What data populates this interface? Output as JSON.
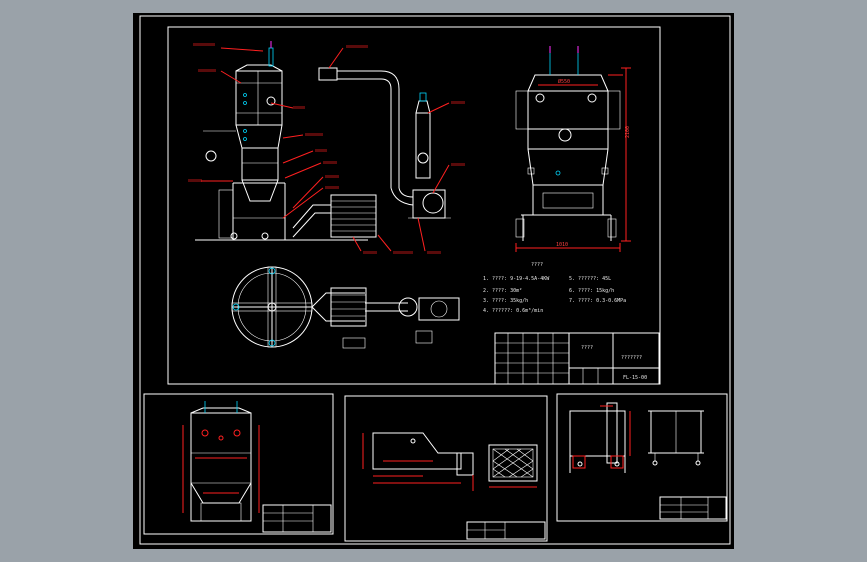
{
  "drawing": {
    "spec_title": "????",
    "spec_lines": [
      "1. ????: 9-19-4.5A-4KW",
      "2. ????: 30m²",
      "3. ????: 35kg/h",
      "4. ??????: 0.6m³/min",
      "5. ??????: 45L",
      "6. ????: 15kg/h",
      "7. ????: 0.3-0.6MPa"
    ],
    "title_block": {
      "name": "????",
      "company": "???????",
      "drawing_no": "FL-15-00"
    },
    "dims": {
      "width": "1010",
      "height": "2100",
      "diameter": "Ø550"
    }
  },
  "colors": {
    "sheet": "#000000",
    "frame": "#ffffff",
    "leader": "#ff2020",
    "accent": "#00d8ff",
    "background": "#9aa2a9"
  }
}
